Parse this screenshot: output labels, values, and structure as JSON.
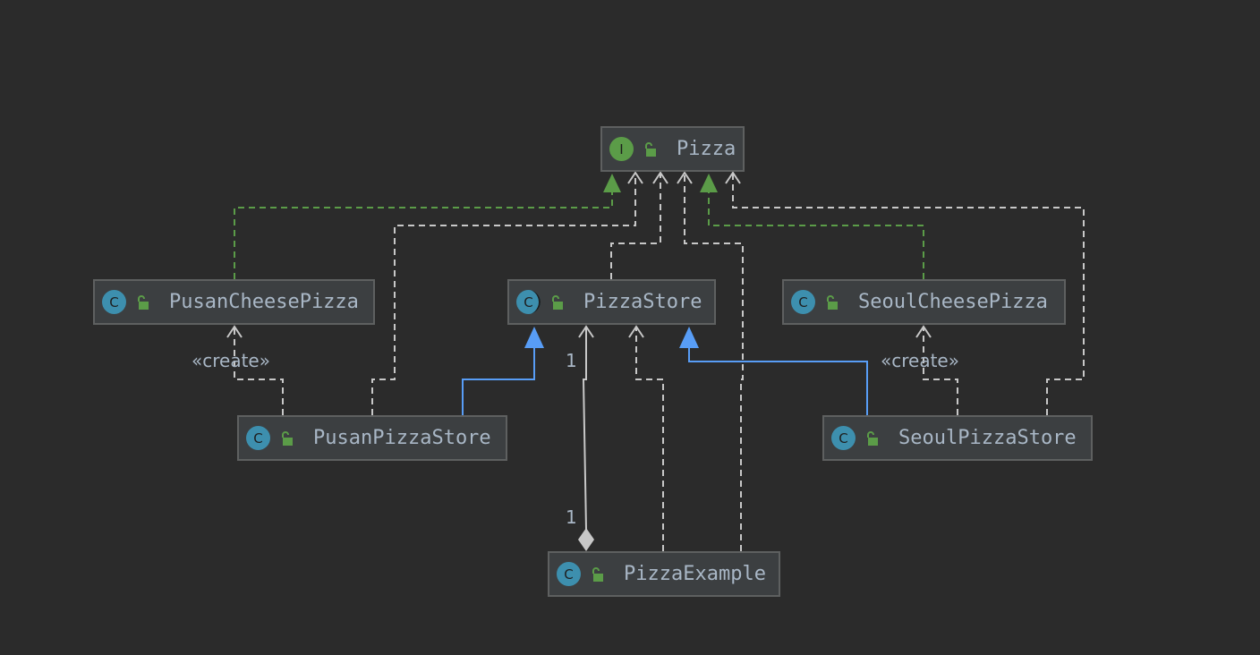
{
  "diagram": {
    "nodes": {
      "pizza": {
        "name": "Pizza",
        "kind": "interface",
        "badge": "I"
      },
      "pusan_cheese_pizza": {
        "name": "PusanCheesePizza",
        "kind": "class",
        "badge": "C"
      },
      "pizza_store": {
        "name": "PizzaStore",
        "kind": "abstract-class",
        "badge": "C"
      },
      "seoul_cheese_pizza": {
        "name": "SeoulCheesePizza",
        "kind": "class",
        "badge": "C"
      },
      "pusan_pizza_store": {
        "name": "PusanPizzaStore",
        "kind": "class",
        "badge": "C"
      },
      "seoul_pizza_store": {
        "name": "SeoulPizzaStore",
        "kind": "class",
        "badge": "C"
      },
      "pizza_example": {
        "name": "PizzaExample",
        "kind": "class",
        "badge": "C"
      }
    },
    "labels": {
      "create_left": "«create»",
      "create_right": "«create»",
      "mult_store_end": "1",
      "mult_example_end": "1"
    },
    "edges": [
      {
        "from": "PusanCheesePizza",
        "to": "Pizza",
        "type": "realization"
      },
      {
        "from": "SeoulCheesePizza",
        "to": "Pizza",
        "type": "realization"
      },
      {
        "from": "PusanPizzaStore",
        "to": "Pizza",
        "type": "dependency"
      },
      {
        "from": "PizzaStore",
        "to": "Pizza",
        "type": "dependency"
      },
      {
        "from": "PizzaExample",
        "to": "Pizza",
        "type": "dependency"
      },
      {
        "from": "SeoulPizzaStore",
        "to": "Pizza",
        "type": "dependency"
      },
      {
        "from": "PusanPizzaStore",
        "to": "PusanCheesePizza",
        "type": "create"
      },
      {
        "from": "SeoulPizzaStore",
        "to": "SeoulCheesePizza",
        "type": "create"
      },
      {
        "from": "PusanPizzaStore",
        "to": "PizzaStore",
        "type": "generalization"
      },
      {
        "from": "SeoulPizzaStore",
        "to": "PizzaStore",
        "type": "generalization"
      },
      {
        "from": "PizzaExample",
        "to": "PizzaStore",
        "type": "composition"
      },
      {
        "from": "PizzaExample",
        "to": "PizzaStore",
        "type": "dependency"
      }
    ],
    "colors": {
      "background": "#2b2b2b",
      "realization": "#5b9c48",
      "generalization": "#589df6",
      "dependency": "#c8c8c8",
      "class_badge": "#3d8fae",
      "interface_badge": "#5b9c48"
    }
  }
}
